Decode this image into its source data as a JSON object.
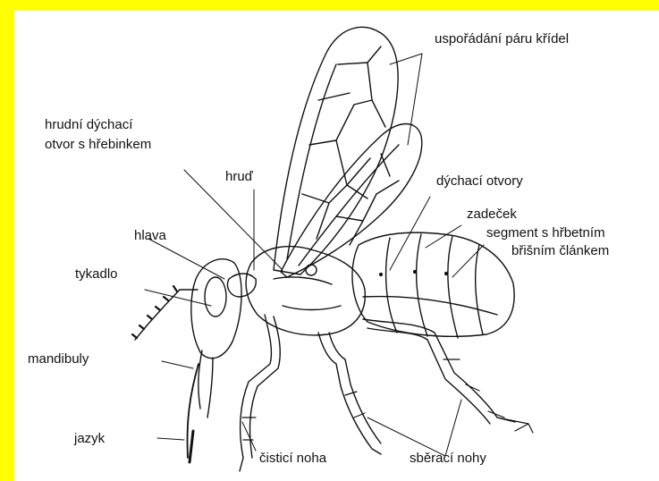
{
  "colors": {
    "frame": "#ffff00",
    "background": "#ffffff",
    "ink": "#111111"
  },
  "labels": {
    "wing_pairs": "uspořádání páru křídel",
    "thoracic_spiracle_line1": "hrudní dýchací",
    "thoracic_spiracle_line2": "otvor s hřebinkem",
    "thorax": "hruď",
    "spiracles": "dýchací otvory",
    "abdomen": "zadeček",
    "segment_line1": "segment s hřbetním",
    "segment_line2": "břišním článkem",
    "head": "hlava",
    "antenna": "tykadlo",
    "mandibles": "mandibuly",
    "tongue": "jazyk",
    "cleaning_leg": "čisticí noha",
    "collecting_legs": "sběrací nohy"
  }
}
